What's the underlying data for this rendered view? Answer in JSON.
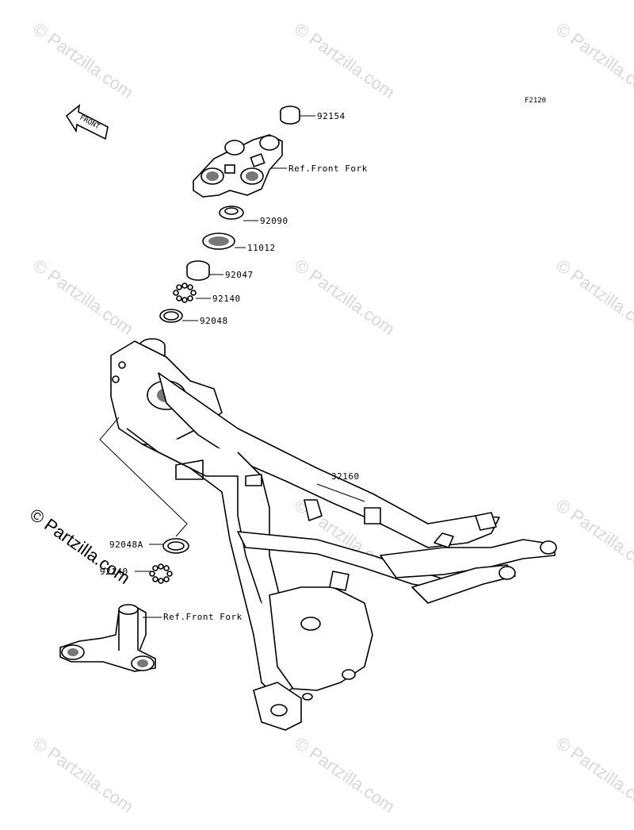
{
  "diagram": {
    "figure_code": "F2120",
    "front_arrow_label": "FRONT",
    "part_numbers": {
      "p92154": "92154",
      "ref_front_fork_top": "Ref.Front Fork",
      "p92090": "92090",
      "p11012": "11012",
      "p92047": "92047",
      "p92140_top": "92140",
      "p92048": "92048",
      "p32160": "32160",
      "p92048A": "92048A",
      "p92140_bottom": "92140",
      "ref_front_fork_bottom": "Ref.Front Fork"
    }
  },
  "watermark": {
    "text": "© Partzilla.com"
  }
}
